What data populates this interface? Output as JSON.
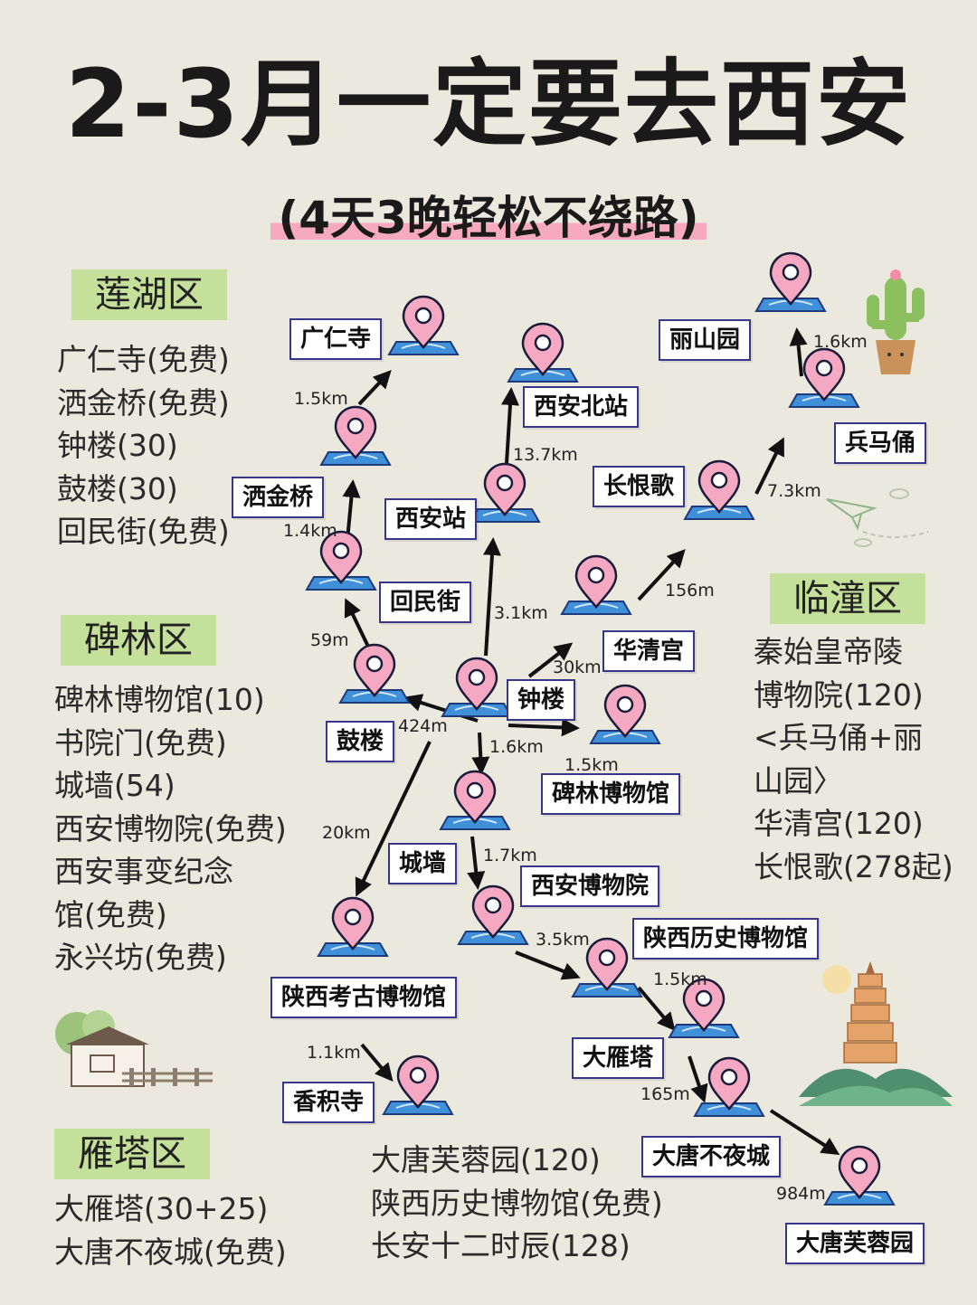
{
  "title": "2-3月一定要去西安",
  "subtitle": "(4天3晚轻松不绕路)",
  "districts": {
    "lianhu": {
      "name": "莲湖区",
      "items": [
        "广仁寺(免费)",
        "洒金桥(免费)",
        "钟楼(30)",
        "鼓楼(30)",
        "回民街(免费)"
      ]
    },
    "beilin": {
      "name": "碑林区",
      "items": [
        "碑林博物馆(10)",
        "书院门(免费)",
        "城墙(54)",
        "西安博物院(免费)",
        "西安事变纪念",
        "馆(免费)",
        "永兴坊(免费)"
      ]
    },
    "lintong": {
      "name": "临潼区",
      "items": [
        "秦始皇帝陵",
        "博物院(120)",
        "<兵马俑+丽",
        "山园〉",
        "华清宫(120)",
        "长恨歌(278起)"
      ]
    },
    "yanta": {
      "name": "雁塔区",
      "items": [
        "大雁塔(30+25)",
        "大唐不夜城(免费)"
      ]
    },
    "yanta_extra": {
      "items": [
        "大唐芙蓉园(120)",
        "陕西历史博物馆(免费)",
        "长安十二时辰(128)"
      ]
    }
  },
  "places": {
    "guangrensi": "广仁寺",
    "sajinqiao": "洒金桥",
    "huiminjie": "回民街",
    "gulou": "鼓楼",
    "zhonglou": "钟楼",
    "xianzhan": "西安站",
    "xianbeizhan": "西安北站",
    "huaqinggong": "华清宫",
    "changhenge": "长恨歌",
    "bingmayong": "兵马俑",
    "lishanyuan": "丽山园",
    "beilin_museum": "碑林博物馆",
    "chengqiang": "城墙",
    "xian_museum": "西安博物院",
    "shaanxi_history": "陕西历史博物馆",
    "shaanxi_archaeology": "陕西考古博物馆",
    "xiangjisi": "香积寺",
    "dayanta": "大雁塔",
    "datang_buyecheng": "大唐不夜城",
    "datang_furongyuan": "大唐芙蓉园"
  },
  "distances": {
    "guangrensi": "1.5km",
    "sajinqiao": "1.4km",
    "huiminjie": "59m",
    "gulou": "424m",
    "xianzhan": "3.1km",
    "xianbeizhan": "13.7km",
    "huaqinggong": "30km",
    "changhenge": "156m",
    "bingmayong": "7.3km",
    "lishanyuan": "1.6km",
    "beilin": "1.5km",
    "chengqiang": "1.6km",
    "xian_museum": "1.7km",
    "archaeology": "20km",
    "xiangjisi": "1.1km",
    "shaanxi_history": "3.5km",
    "dayanta": "1.5km",
    "buyecheng": "165m",
    "furongyuan": "984m"
  },
  "colors": {
    "highlight_pink": "#f7a9c1",
    "district_green": "#c5e09a",
    "pin_pink": "#f4a8c2",
    "pin_water": "#3f8fd9",
    "label_border": "#36368a"
  }
}
